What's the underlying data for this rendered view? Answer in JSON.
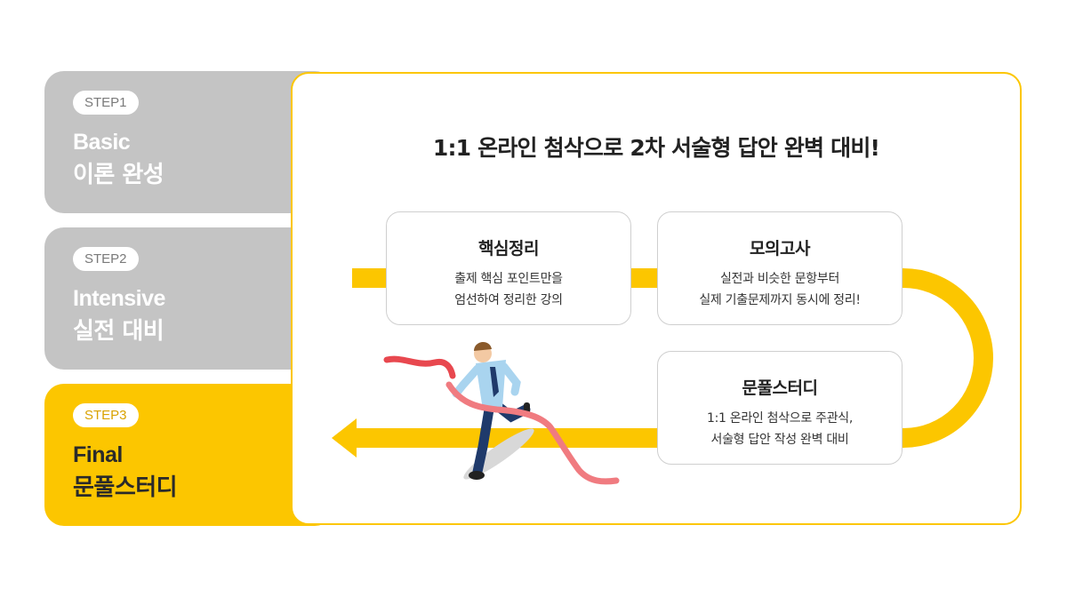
{
  "steps": [
    {
      "badge": "STEP1",
      "title_en": "Basic",
      "title_ko": "이론 완성"
    },
    {
      "badge": "STEP2",
      "title_en": "Intensive",
      "title_ko": "실전 대비"
    },
    {
      "badge": "STEP3",
      "title_en": "Final",
      "title_ko": "문풀스터디"
    }
  ],
  "panel": {
    "title": "1:1 온라인 첨삭으로 2차 서술형 답안 완벽 대비!",
    "cards": [
      {
        "title": "핵심정리",
        "lines": [
          "출제 핵심 포인트만을",
          "엄선하여 정리한 강의"
        ]
      },
      {
        "title": "모의고사",
        "lines": [
          "실전과 비슷한 문항부터",
          "실제 기출문제까지 동시에 정리!"
        ]
      },
      {
        "title": "문풀스터디",
        "lines": [
          "1:1 온라인 첨삭으로 주관식,",
          "서술형 답안 작성 완벽 대비"
        ]
      }
    ]
  },
  "colors": {
    "accent": "#fcc600",
    "inactive": "#c4c4c4",
    "ribbon": "#f07b80"
  },
  "illustration": "runner-crossing-finish-line"
}
